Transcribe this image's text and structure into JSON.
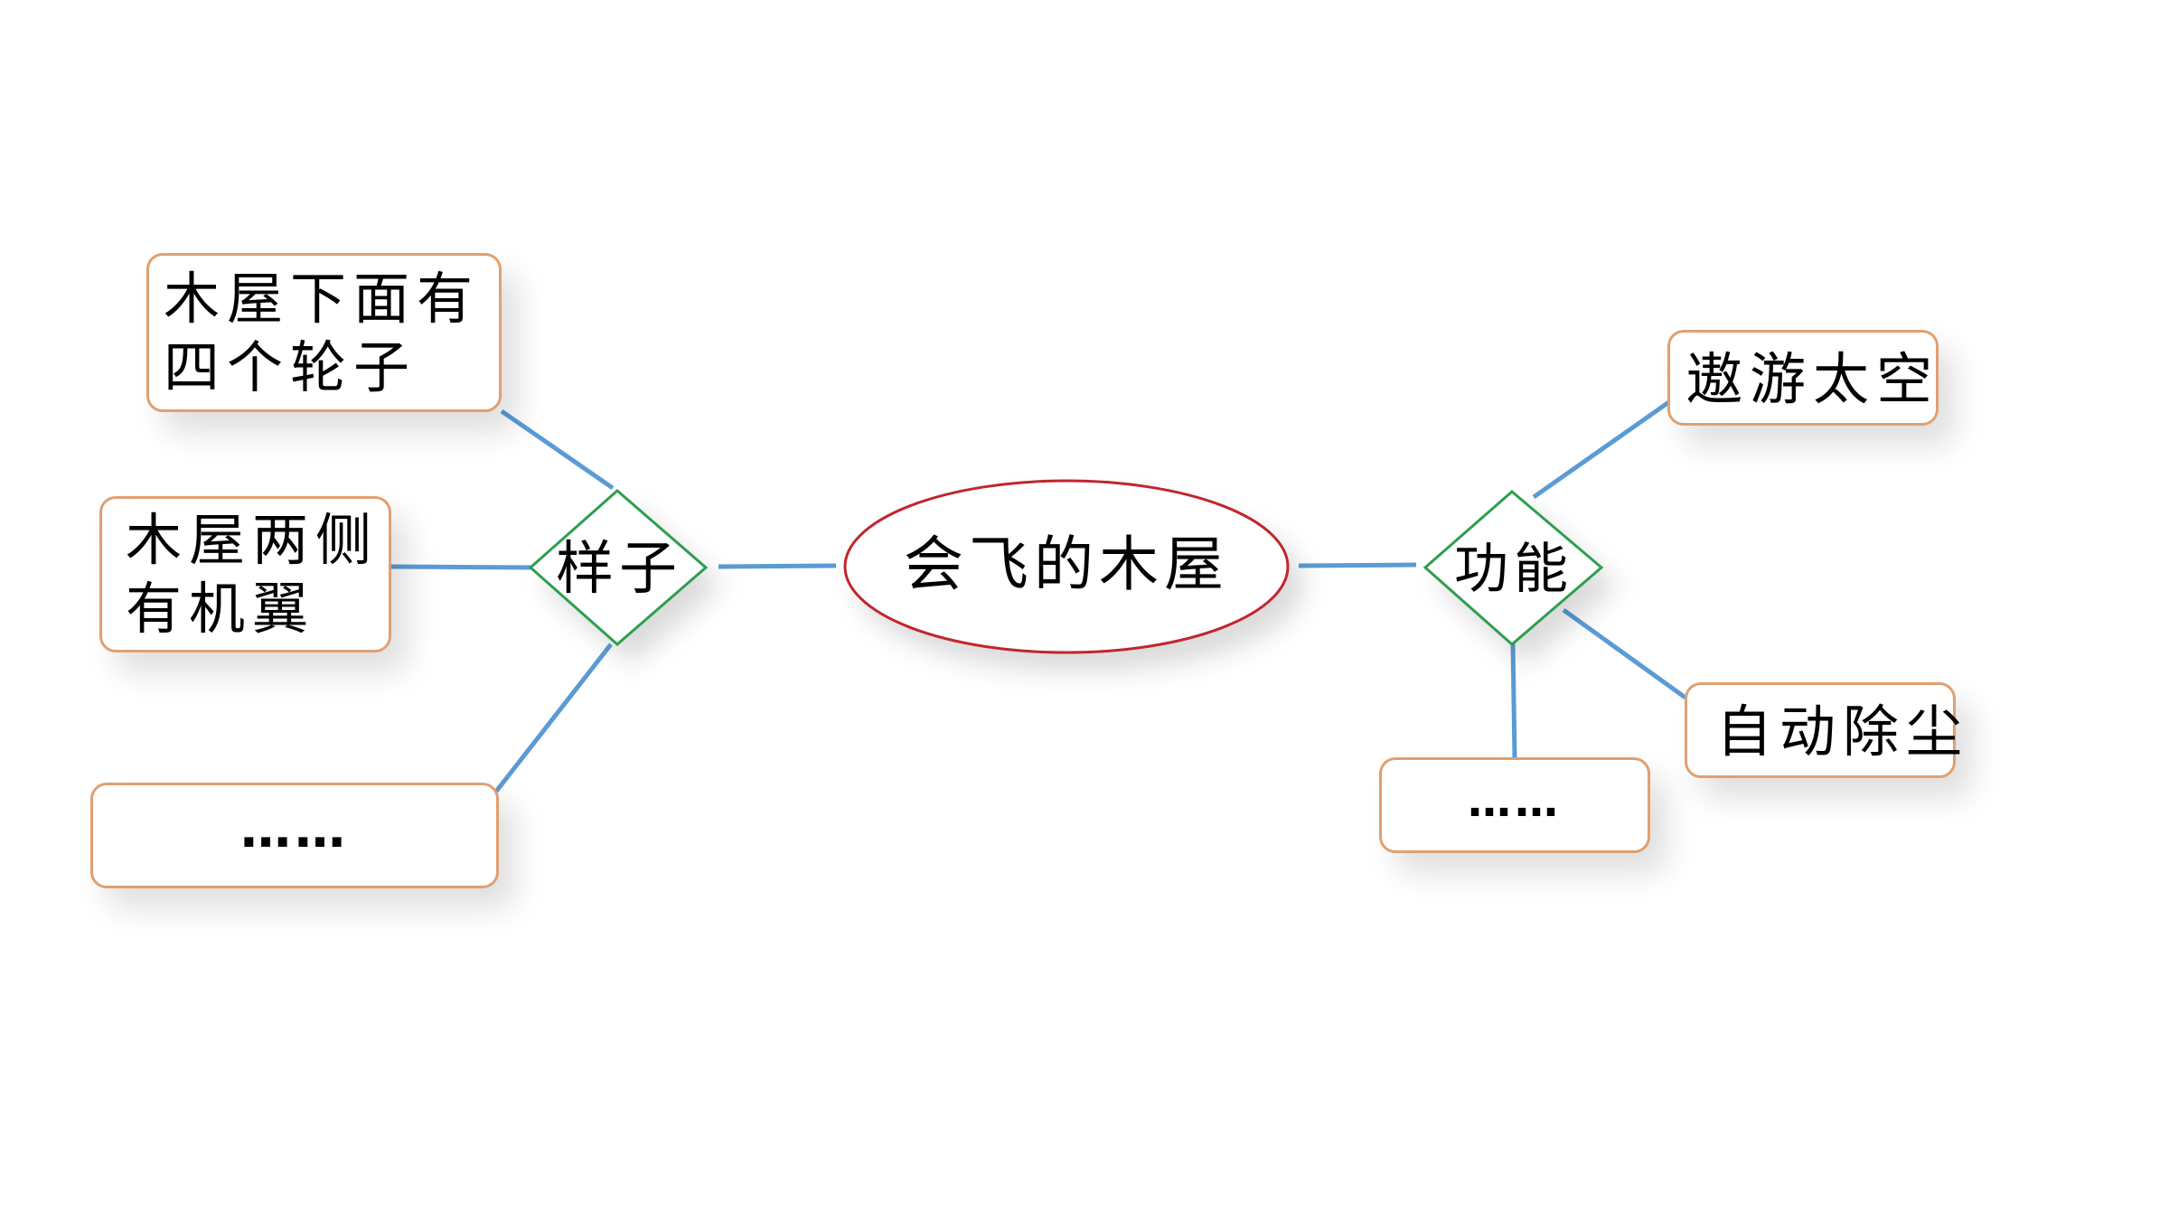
{
  "center": {
    "label": "会飞的木屋",
    "border_color": "#c0262d"
  },
  "left_branch": {
    "label": "样子",
    "border_color": "#2e9e4f",
    "items": [
      {
        "lines": [
          "木屋下面有",
          "四个轮子"
        ]
      },
      {
        "lines": [
          "木屋两侧",
          "有机翼"
        ]
      },
      {
        "lines": [
          "……"
        ]
      }
    ]
  },
  "right_branch": {
    "label": "功能",
    "border_color": "#2e9e4f",
    "items": [
      {
        "lines": [
          "遨游太空"
        ]
      },
      {
        "lines": [
          "自动除尘"
        ]
      },
      {
        "lines": [
          "……"
        ]
      }
    ]
  },
  "colors": {
    "connector": "#5b9bd5",
    "box_border": "#e0a070"
  }
}
